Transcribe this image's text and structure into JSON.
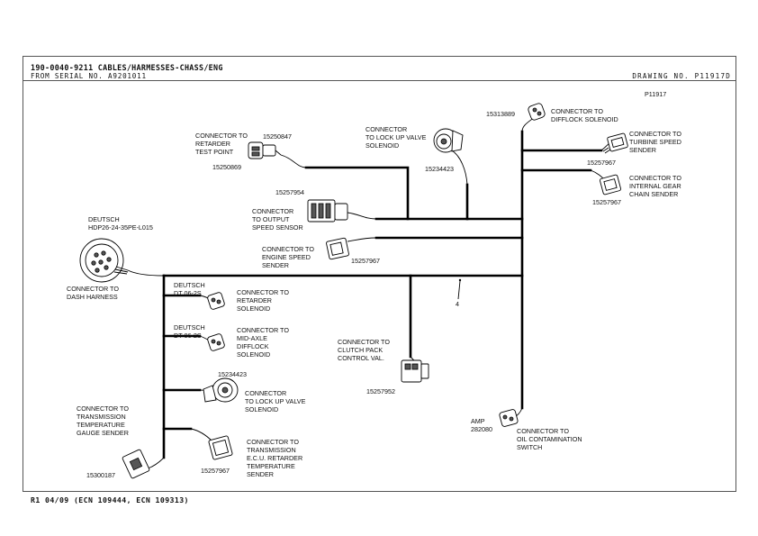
{
  "header": {
    "title": "190-0040-9211 CABLES/HARMESSES-CHASS/ENG",
    "serial": "FROM SERIAL NO. A9201011",
    "drawing_no": "DRAWING NO. P11917D"
  },
  "footer": {
    "revision": "R1 04/09 (ECN 109444, ECN 109313)"
  },
  "diagram": {
    "figure_id": "P11917",
    "wire_ref": "4",
    "main_connector": {
      "part_a": "DEUTSCH",
      "part_b": "HDP26-24-35PE-L015",
      "label_a": "CONNECTOR TO",
      "label_b": "DASH HARNESS"
    },
    "retarder_test_point": {
      "lines": [
        "CONNECTOR TO",
        "RETARDER",
        "TEST POINT"
      ],
      "part_top": "15250847",
      "part_bottom": "15250869"
    },
    "lockup_upper": {
      "lines": [
        "CONNECTOR",
        "TO LOCK UP VALVE",
        "SOLENOID"
      ],
      "part": "15234423"
    },
    "difflock_solenoid": {
      "lines": [
        "CONNECTOR TO",
        "DIFFLOCK SOLENOID"
      ],
      "part": "15313889"
    },
    "turbine_speed": {
      "lines": [
        "CONNECTOR TO",
        "TURBINE SPEED",
        "SENDER"
      ],
      "part": "15257967"
    },
    "internal_gear": {
      "lines": [
        "CONNECTOR TO",
        "INTERNAL GEAR",
        "CHAIN SENDER"
      ],
      "part": "15257967"
    },
    "output_speed": {
      "lines": [
        "CONNECTOR",
        "TO OUTPUT",
        "SPEED SENSOR"
      ],
      "part": "15257954"
    },
    "engine_speed": {
      "lines": [
        "CONNECTOR TO",
        "ENGINE SPEED",
        "SENDER"
      ],
      "part": "15257967"
    },
    "retarder_solenoid": {
      "part_a": "DEUTSCH",
      "part_b": "DT 06-2S",
      "lines": [
        "CONNECTOR TO",
        "RETARDER",
        "SOLENOID"
      ]
    },
    "midaxle_difflock": {
      "part_a": "DEUTSCH",
      "part_b": "DT 06-2S",
      "lines": [
        "CONNECTOR TO",
        "MID-AXLE",
        "DIFFLOCK",
        "SOLENOID"
      ]
    },
    "lockup_lower": {
      "lines": [
        "CONNECTOR",
        "TO LOCK UP VALVE",
        "SOLENOID"
      ],
      "part": "15234423"
    },
    "trans_temp": {
      "lines": [
        "CONNECTOR TO",
        "TRANSMISSION",
        "TEMPERATURE",
        "GAUGE SENDER"
      ],
      "part": "15300187"
    },
    "ecu_retarder": {
      "lines": [
        "CONNECTOR TO",
        "TRANSMISSION",
        "E.C.U. RETARDER",
        "TEMPERATURE",
        "SENDER"
      ],
      "part": "15257967"
    },
    "clutch_pack": {
      "lines": [
        "CONNECTOR TO",
        "CLUTCH PACK",
        "CONTROL VAL."
      ],
      "part": "15257952"
    },
    "oil_contamination": {
      "part_a": "AMP",
      "part_b": "282080",
      "lines": [
        "CONNECTOR TO",
        "OIL CONTAMINATION",
        "SWITCH"
      ]
    }
  }
}
